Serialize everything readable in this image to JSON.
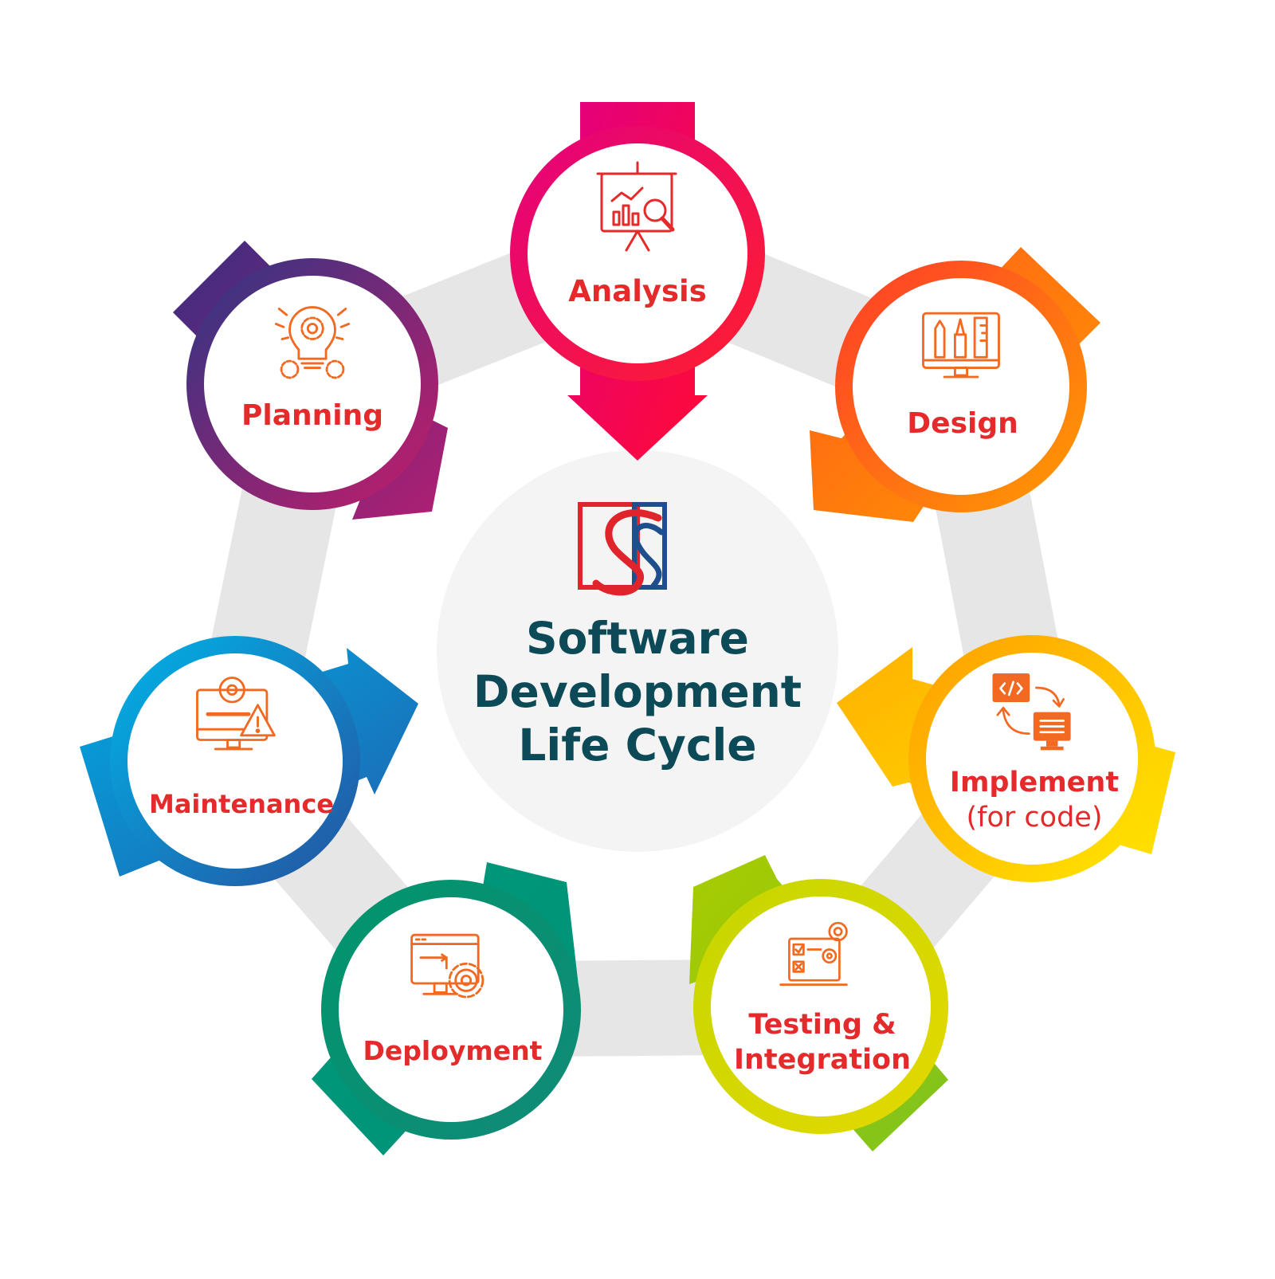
{
  "center": {
    "title_lines": [
      "Software",
      "Development",
      "Life Cycle"
    ],
    "title_color": "#0d4a57"
  },
  "logo": {
    "name": "company-logo",
    "red": "#e0242b",
    "blue": "#1f4e8c"
  },
  "label_color": "#e42a2a",
  "icon_color": "#f26a21",
  "phases": [
    {
      "id": "analysis",
      "lines": [
        "Analysis"
      ],
      "icon": "presentation-chart-search-icon",
      "ring": [
        "#e3007e",
        "#ff1f2d"
      ],
      "arrow": [
        "#e3007e",
        "#ff0a35"
      ]
    },
    {
      "id": "design",
      "lines": [
        "Design"
      ],
      "icon": "monitor-design-tools-icon",
      "ring": [
        "#ff3a2a",
        "#ff9f00"
      ],
      "arrow": [
        "#ff5a1a",
        "#ff9a00"
      ]
    },
    {
      "id": "implement",
      "lines": [
        "Implement",
        "(for code)"
      ],
      "icon": "code-sync-icon",
      "ring": [
        "#ff9d00",
        "#ffe800"
      ],
      "arrow": [
        "#ffb100",
        "#ffe100"
      ]
    },
    {
      "id": "testing",
      "lines": [
        "Testing &",
        "Integration"
      ],
      "icon": "checklist-gears-icon",
      "ring": [
        "#c6d600",
        "#e3d900"
      ],
      "arrow": [
        "#a8cc00",
        "#7fc31c"
      ]
    },
    {
      "id": "deployment",
      "lines": [
        "Deployment"
      ],
      "icon": "monitor-gear-icon",
      "ring": [
        "#00956c",
        "#118a78"
      ],
      "arrow": [
        "#009a78",
        "#01907a"
      ]
    },
    {
      "id": "maintenance",
      "lines": [
        "Maintenance"
      ],
      "icon": "monitor-wrench-warning-icon",
      "ring": [
        "#00b4e8",
        "#2552a0"
      ],
      "arrow": [
        "#00a8e2",
        "#2161ad"
      ]
    },
    {
      "id": "planning",
      "lines": [
        "Planning"
      ],
      "icon": "lightbulb-gears-icon",
      "ring": [
        "#2c3684",
        "#c61c6a"
      ],
      "arrow": [
        "#3b2d80",
        "#b01f73"
      ]
    }
  ]
}
